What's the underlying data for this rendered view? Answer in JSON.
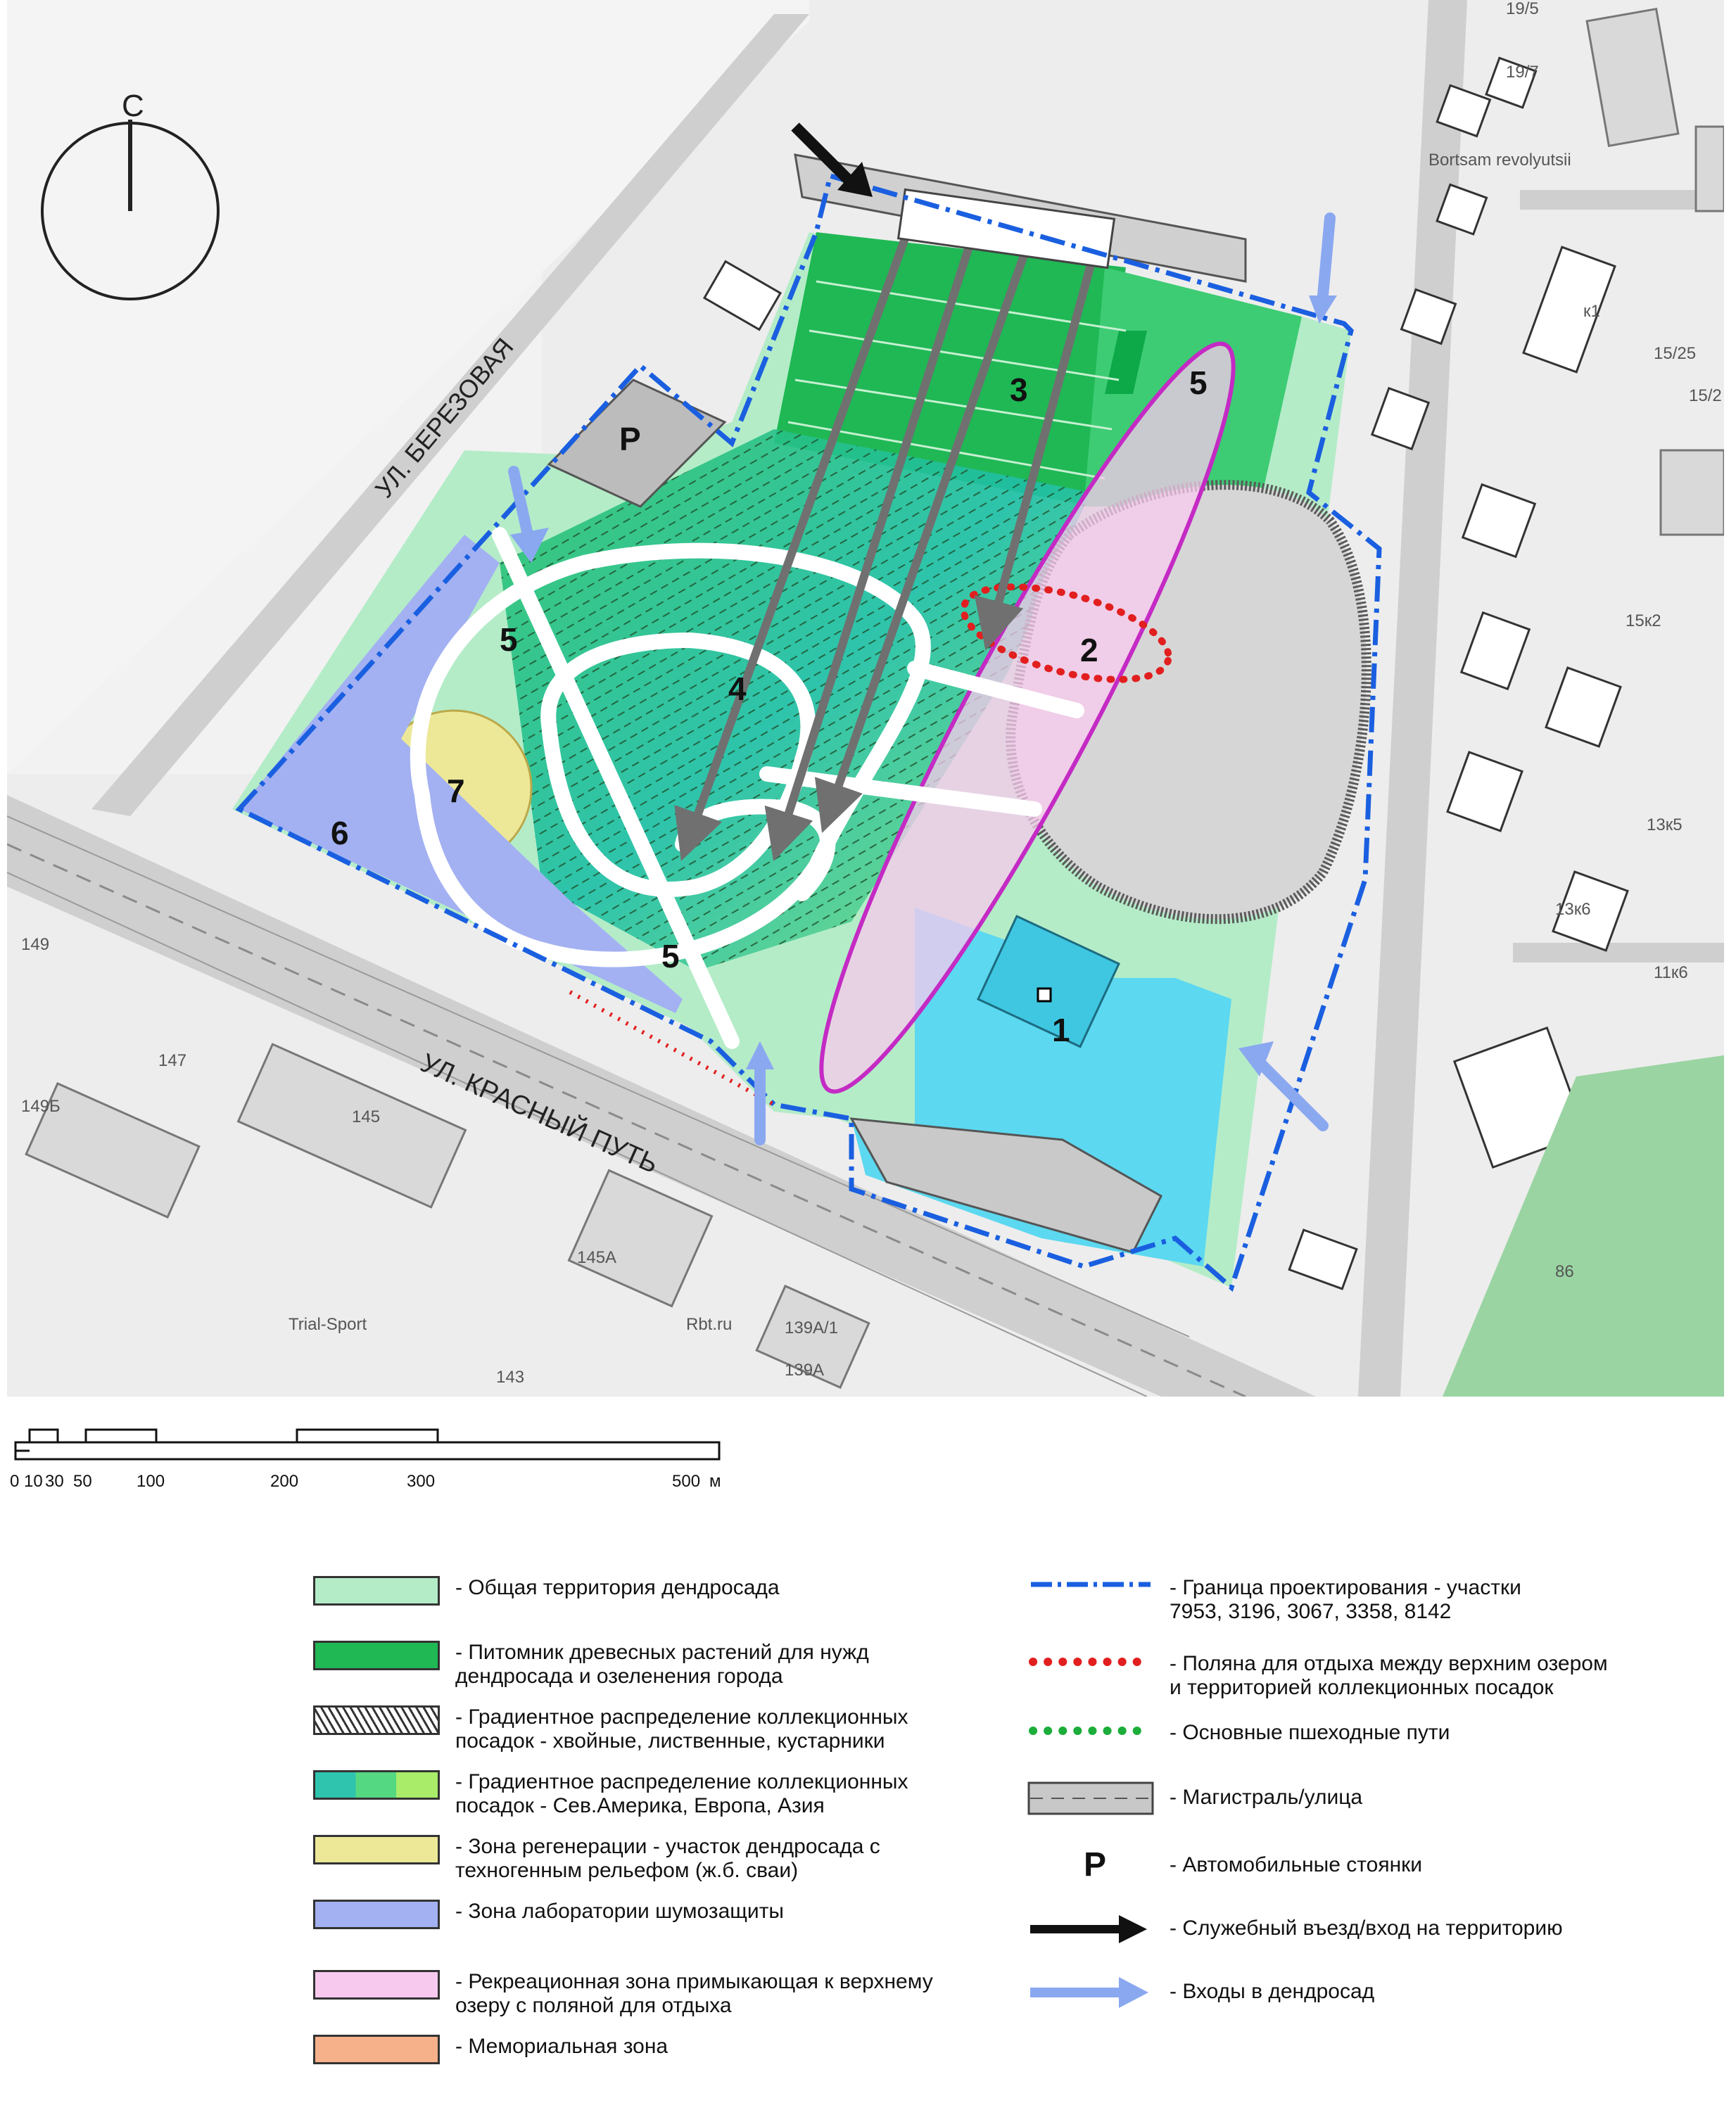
{
  "compass": {
    "letter": "С"
  },
  "streets": {
    "berezovaya": "УЛ. БЕРЕЗОВАЯ",
    "krasny_put": "УЛ. КРАСНЫЙ ПУТЬ"
  },
  "zone_numbers": [
    "1",
    "2",
    "3",
    "4",
    "5",
    "5",
    "5",
    "6",
    "7"
  ],
  "parking_label": "P",
  "building_labels": [
    "19/5",
    "19/7",
    "Bortsam revolyutsii",
    "к1",
    "15/25",
    "15/2",
    "15к2",
    "13к5",
    "13к6",
    "11к6",
    "86",
    "149",
    "147",
    "149Б",
    "145",
    "145А",
    "Trial-Sport",
    "Rbt.ru",
    "139А/1",
    "139А",
    "143"
  ],
  "scale": {
    "ticks": [
      "0",
      "10",
      "30",
      "50",
      "100",
      "200",
      "300",
      "500"
    ],
    "unit": "м"
  },
  "legend_left": [
    {
      "color": "#b4ecc8",
      "text": "-  Общая территория дендросада"
    },
    {
      "color": "#1fb855",
      "text": "-  Питомник древесных растений для нужд\n   дендросада и озеленения города"
    },
    {
      "color": "hatch",
      "text": "-  Градиентное распределение коллекционных\n   посадок - хвойные, лиственные, кустарники"
    },
    {
      "color": "triple",
      "colors": [
        "#2ec4ae",
        "#55d882",
        "#a8ec6a"
      ],
      "text": "-  Градиентное распределение коллекционных\n   посадок - Сев.Америка, Европа, Азия"
    },
    {
      "color": "#ede898",
      "text": "-  Зона регенерации - участок дендросада с\n   техногенным рельефом (ж.б. сваи)"
    },
    {
      "color": "#a3b1f2",
      "text": "-  Зона лаборатории шумозащиты"
    },
    {
      "color": "#f8c9ee",
      "text": "- Рекреационная зона примыкающая к верхнему\n  озеру с поляной для отдыха"
    },
    {
      "color": "#f6b18a",
      "text": "- Мемориальная зона"
    }
  ],
  "legend_right": [
    {
      "symbol": "blue-dashdot",
      "text": "-  Граница проектирования - участки\n   7953, 3196, 3067, 3358, 8142"
    },
    {
      "symbol": "red-dots",
      "text": "-  Поляна для отдыха между верхним озером\n   и территорией коллекционных посадок"
    },
    {
      "symbol": "green-dots",
      "text": "- Основные пшеходные пути"
    },
    {
      "symbol": "road",
      "text": "-  Магистраль/улица"
    },
    {
      "symbol": "P",
      "text": "-  Автомобильные стоянки"
    },
    {
      "symbol": "black-arrow",
      "text": "-  Служебный въезд/вход на территорию"
    },
    {
      "symbol": "blue-arrow",
      "text": "-  Входы в дендросад"
    }
  ],
  "colors": {
    "general": "#b4ecc8",
    "nursery": "#1fb855",
    "regen": "#ede898",
    "noise_lab": "#a3b1f2",
    "recreation": "#f8c9ee",
    "memorial": "#f6b18a",
    "lake_pool": "#5cd8f0",
    "boundary": "#1a5fe0",
    "entrance_arrow": "#8aa8f0"
  }
}
